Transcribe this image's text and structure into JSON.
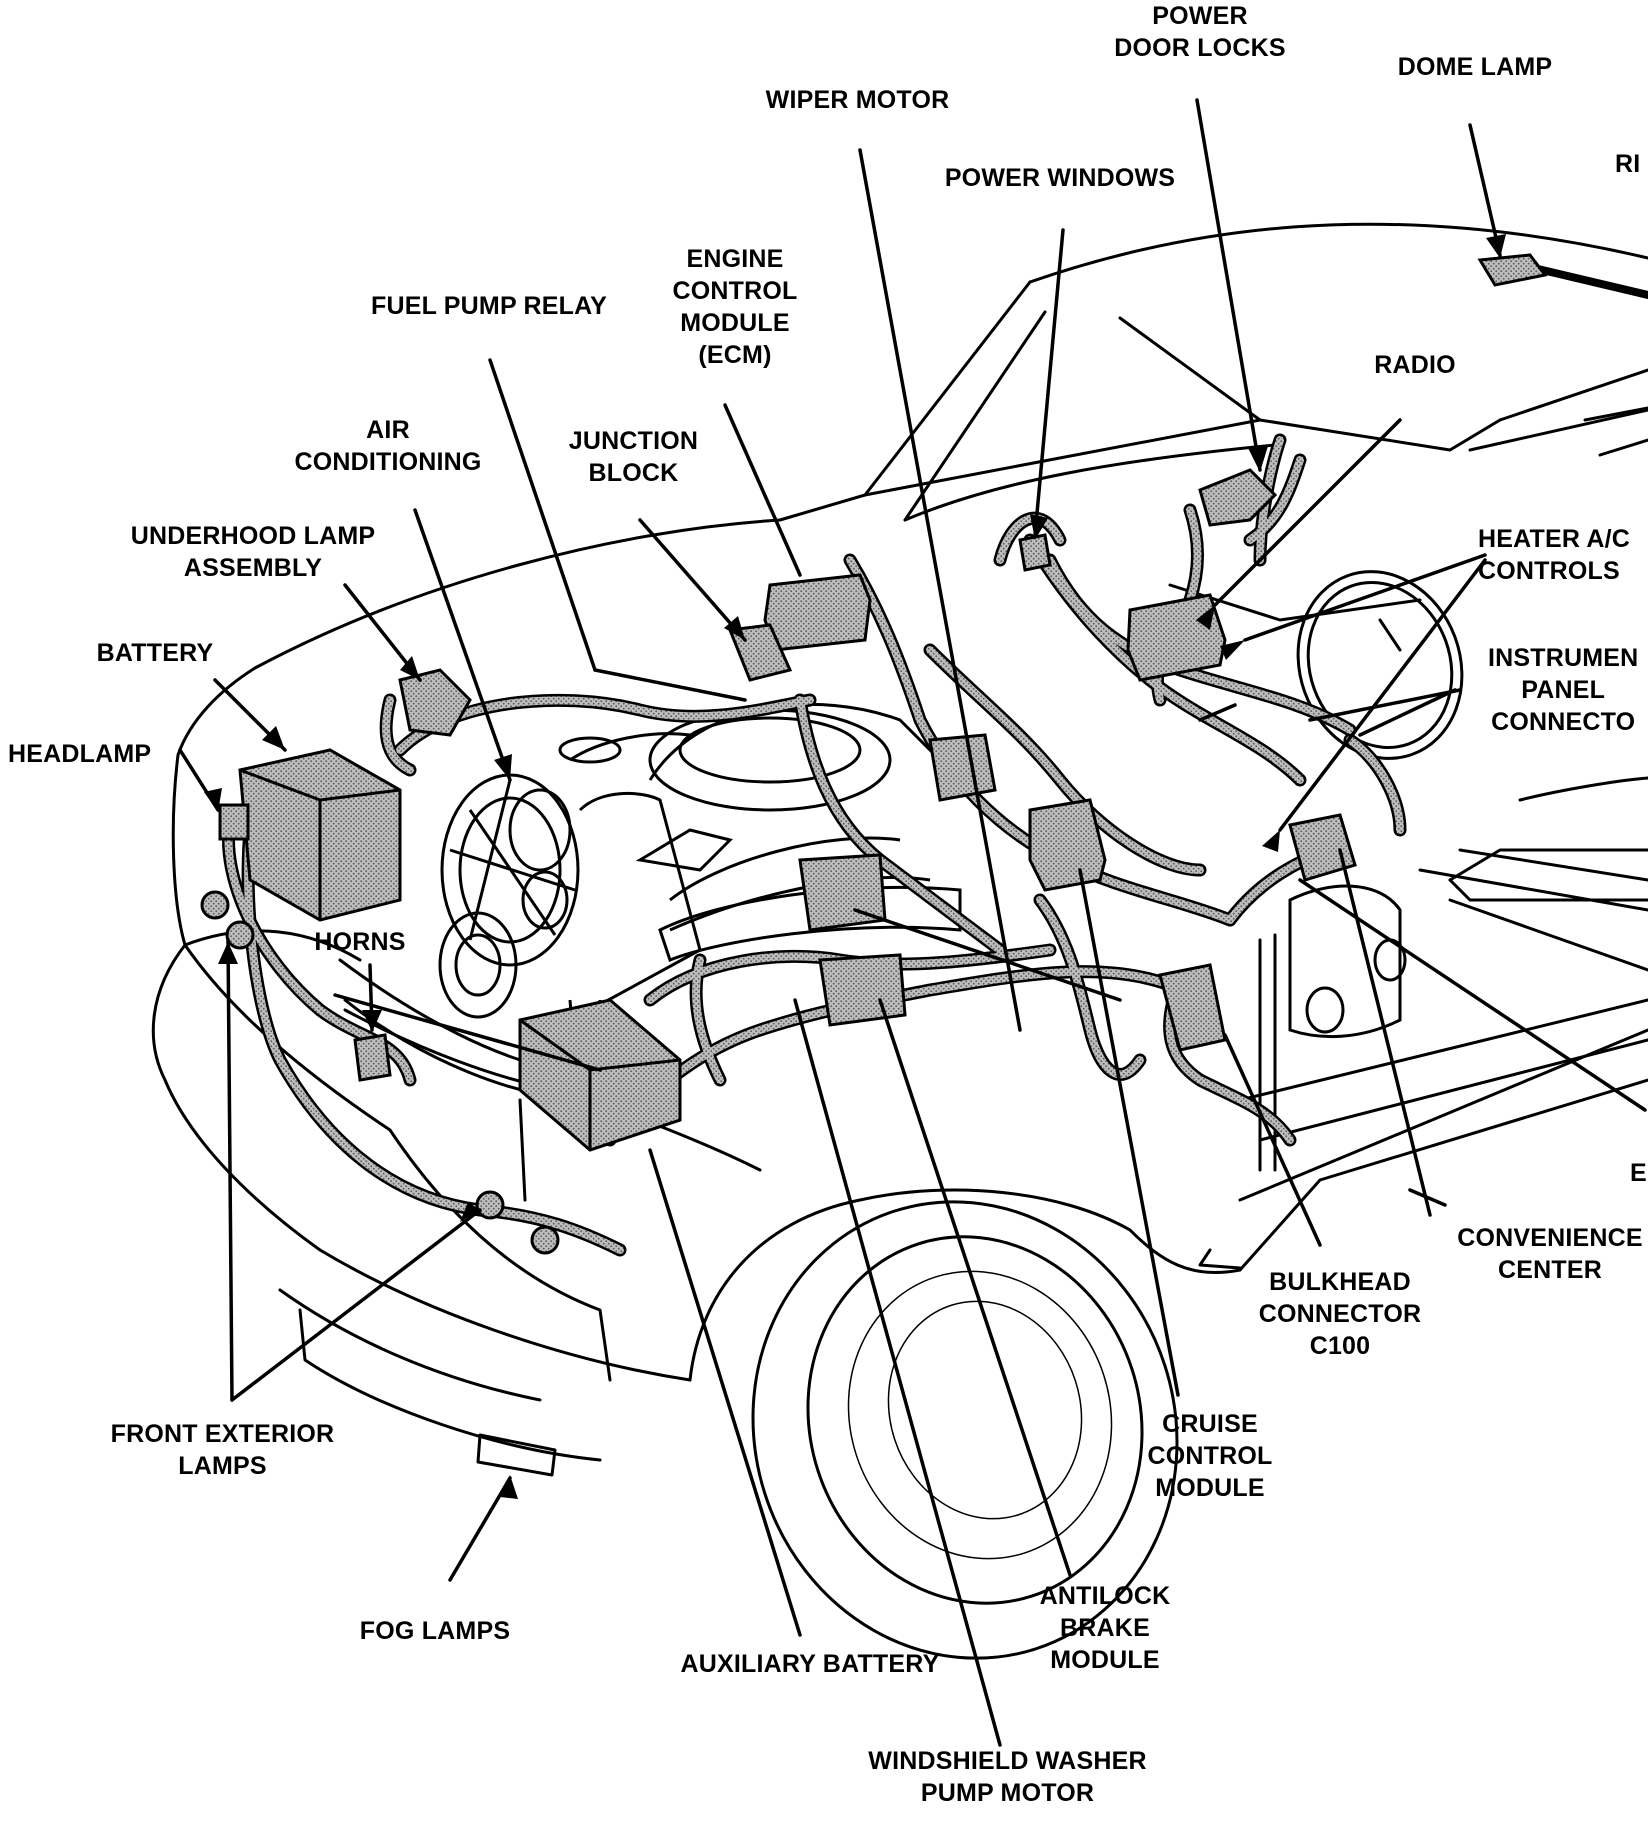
{
  "labels": {
    "power_door_locks": "POWER\nDOOR LOCKS",
    "dome_lamp": "DOME LAMP",
    "wiper_motor": "WIPER MOTOR",
    "power_windows": "POWER WINDOWS",
    "cut_off_top_right": "RI",
    "engine_control_module": "ENGINE\nCONTROL\nMODULE\n(ECM)",
    "fuel_pump_relay": "FUEL PUMP RELAY",
    "radio": "RADIO",
    "air_conditioning": "AIR\nCONDITIONING",
    "junction_block": "JUNCTION\nBLOCK",
    "underhood_lamp_assembly": "UNDERHOOD LAMP\nASSEMBLY",
    "heater_ac_controls": "HEATER A/C\nCONTROLS",
    "battery": "BATTERY",
    "instrument_panel_connector": "INSTRUMEN\nPANEL\nCONNECTO",
    "headlamp": "HEADLAMP",
    "horns": "HORNS",
    "cut_off_right": "E",
    "convenience_center": "CONVENIENCE\nCENTER",
    "bulkhead_connector": "BULKHEAD\nCONNECTOR\nC100",
    "front_exterior_lamps": "FRONT EXTERIOR\nLAMPS",
    "cruise_control_module": "CRUISE\nCONTROL\nMODULE",
    "fog_lamps": "FOG LAMPS",
    "antilock_brake_module": "ANTILOCK\nBRAKE\nMODULE",
    "auxiliary_battery": "AUXILIARY BATTERY",
    "windshield_washer_pump_motor": "WINDSHIELD WASHER\nPUMP MOTOR"
  }
}
